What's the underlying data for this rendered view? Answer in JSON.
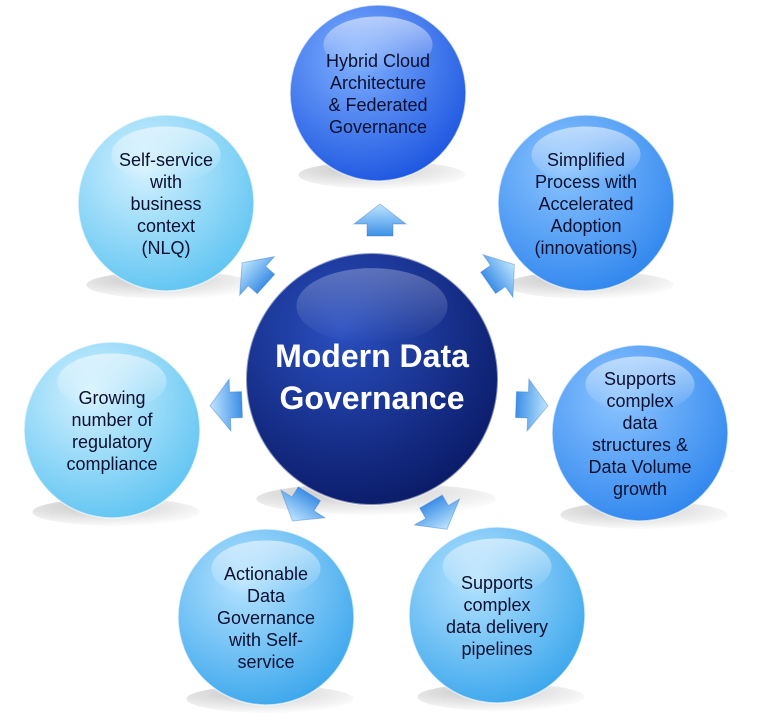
{
  "center": {
    "lines": [
      "Modern Data",
      "Governance"
    ]
  },
  "nodes": [
    {
      "id": "hybrid-cloud",
      "lines": [
        "Hybrid Cloud",
        "Architecture",
        "& Federated",
        "Governance"
      ],
      "tone": "deep"
    },
    {
      "id": "simplified-process",
      "lines": [
        "Simplified",
        "Process with",
        "Accelerated",
        "Adoption",
        "(innovations)"
      ],
      "tone": "mid"
    },
    {
      "id": "complex-data-structures",
      "lines": [
        "Supports",
        "complex",
        "data",
        "structures &",
        "Data Volume",
        "growth"
      ],
      "tone": "mid"
    },
    {
      "id": "data-delivery-pipelines",
      "lines": [
        "Supports",
        "complex",
        "data delivery",
        "pipelines"
      ],
      "tone": "light"
    },
    {
      "id": "actionable-governance",
      "lines": [
        "Actionable",
        "Data",
        "Governance",
        "with Self-",
        "service"
      ],
      "tone": "light"
    },
    {
      "id": "regulatory-compliance",
      "lines": [
        "Growing",
        "number of",
        "regulatory",
        "compliance"
      ],
      "tone": "pale"
    },
    {
      "id": "self-service-nlq",
      "lines": [
        "Self-service",
        "with",
        "business",
        "context",
        "(NLQ)"
      ],
      "tone": "pale"
    }
  ],
  "colors": {
    "center_dark": "#0a1a66",
    "center_light": "#2a4fc0",
    "deep": [
      "#7fb0ff",
      "#1c55e0"
    ],
    "mid": [
      "#8cc4ff",
      "#2f86ee"
    ],
    "light": [
      "#b6e3ff",
      "#3aa6ec"
    ],
    "pale": [
      "#d4f1ff",
      "#5ec4f2"
    ],
    "arrow_light": "#bfe6ff",
    "arrow_dark": "#3d8fe6"
  }
}
